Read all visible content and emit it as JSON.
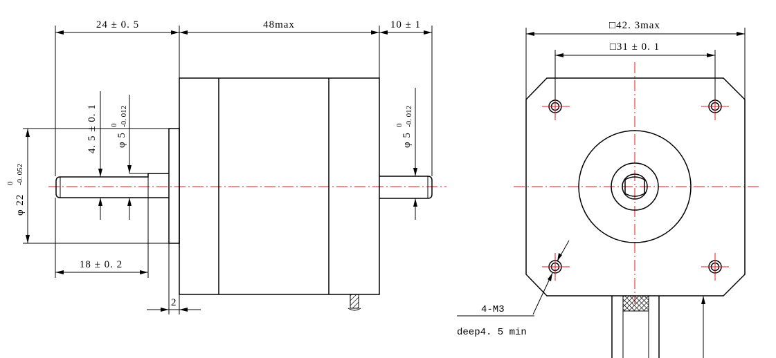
{
  "side_view": {
    "dim_flange_offset": "24 ± 0. 5",
    "dim_body_length": "48max",
    "dim_rear_shaft": "10 ± 1",
    "dim_flat_depth": "4. 5 ± 0. 1",
    "dim_front_shaft_dia": "φ 5",
    "dim_front_shaft_tol_upper": "0",
    "dim_front_shaft_tol_lower": "-0. 012",
    "dim_rear_shaft_dia": "φ 5",
    "dim_rear_shaft_tol_upper": "0",
    "dim_rear_shaft_tol_lower": "-0. 012",
    "dim_boss_dia": "φ 22",
    "dim_boss_tol_upper": "0",
    "dim_boss_tol_lower": "-0. 052",
    "dim_front_shaft_length": "18 ± 0. 2",
    "dim_boss_thickness": "2"
  },
  "front_view": {
    "dim_body_width": "□42. 3max",
    "dim_hole_spacing": "□31 ± 0. 1",
    "note_thread": "4-M3",
    "note_depth": "deep4. 5 min"
  }
}
